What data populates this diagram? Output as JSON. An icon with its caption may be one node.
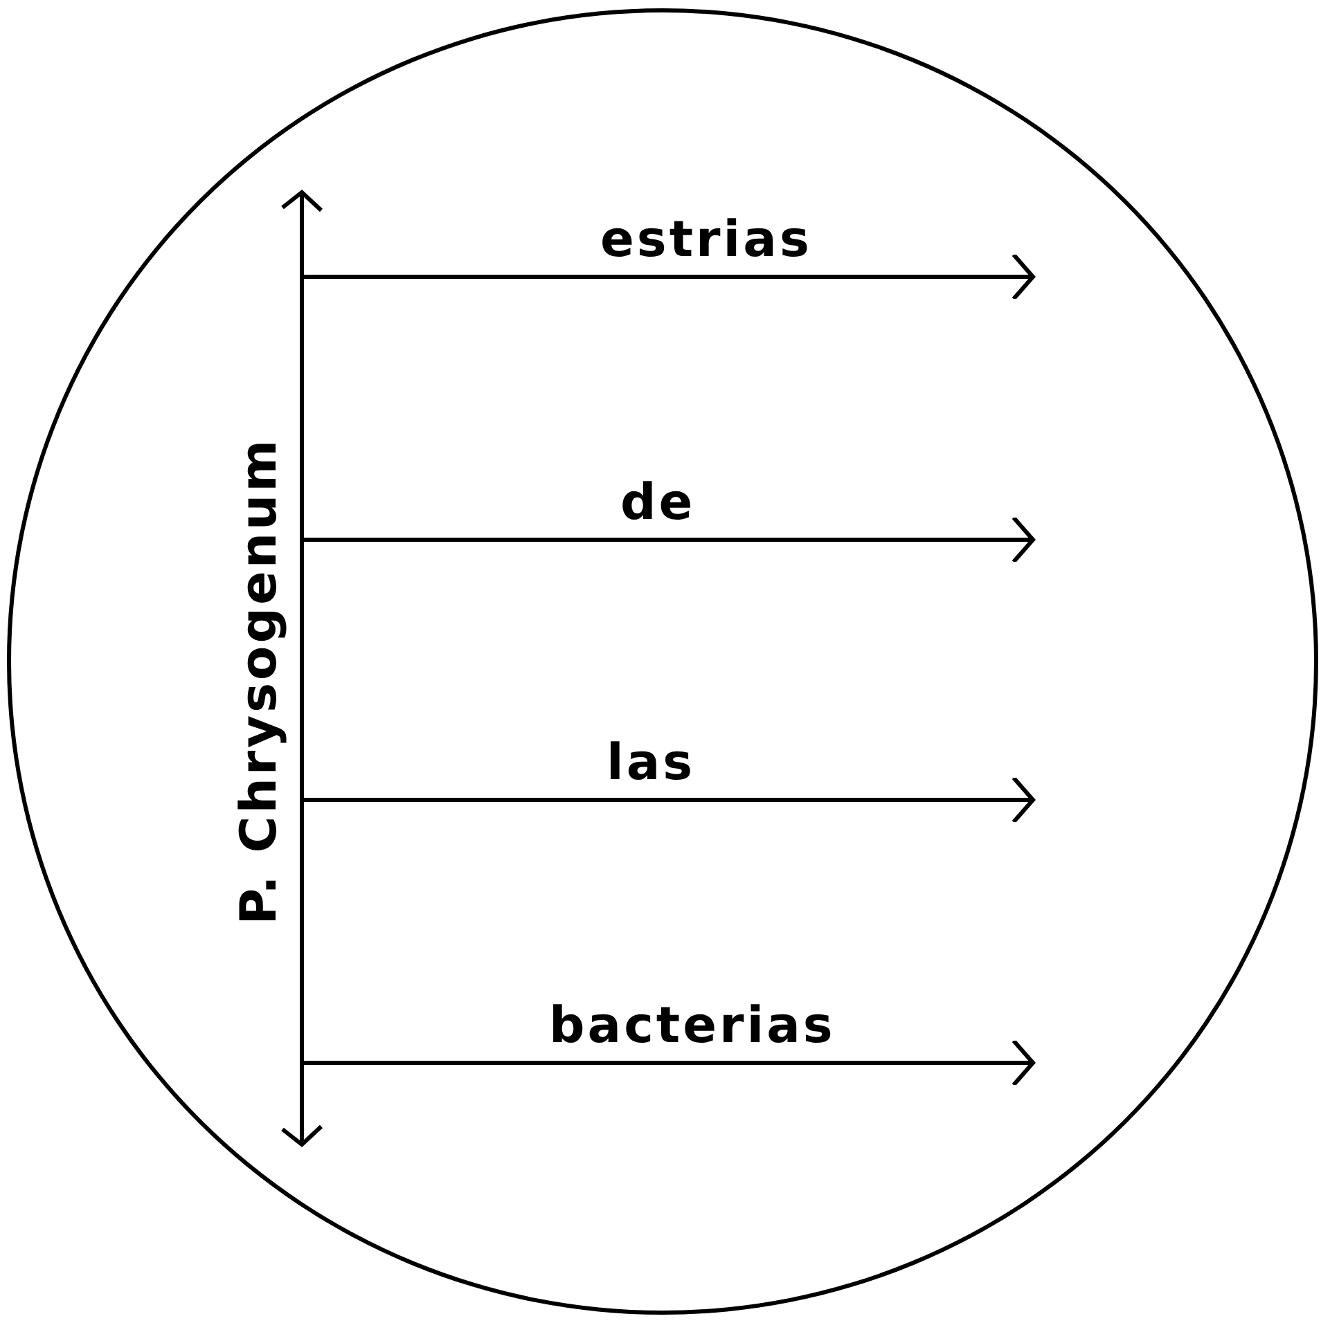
{
  "diagram": {
    "nodes": [
      {
        "text": [],
        "shape": "circle"
      },
      {
        "text": [],
        "shape": "bar",
        "in": 0,
        "beside": [
          "P. Chrysogenum"
        ]
      }
    ],
    "edges": [
      {
        "from": 1,
        "to": null,
        "arrow": "to",
        "label": "estrias"
      },
      {
        "from": 1,
        "to": null,
        "arrow": "to",
        "label": "de"
      },
      {
        "from": 1,
        "to": null,
        "arrow": "to",
        "label": "las"
      },
      {
        "from": 1,
        "to": null,
        "arrow": "to",
        "label": "bacterias"
      }
    ]
  }
}
